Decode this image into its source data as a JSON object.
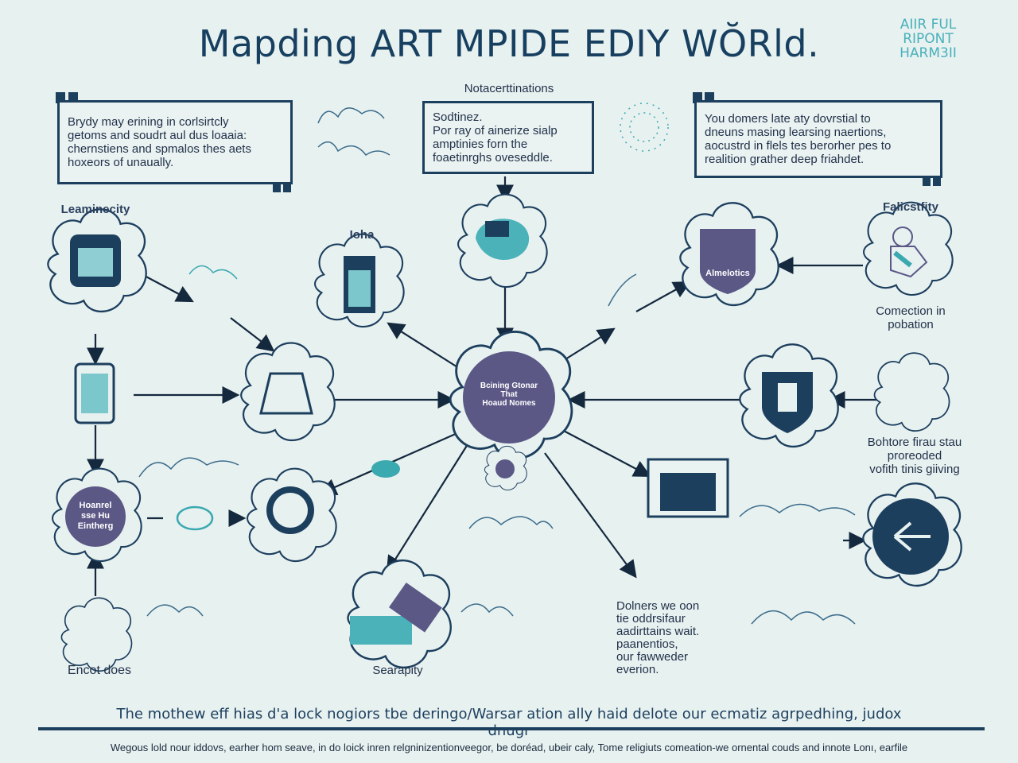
{
  "title": "Mapding ART MPIDE EDIY WŎRld.",
  "logo_text": [
    "AIIR FUL",
    "RIPONT",
    "HARM3II"
  ],
  "colors": {
    "background": "#e7f1f0",
    "navy": "#1d3f5e",
    "purple": "#5b5886",
    "teal": "#3aa9b0"
  },
  "quote_left": {
    "lines": [
      "Brydy may erining in corlsirtcly",
      "getoms and soudrt aul dus loaaia:",
      "chernstiens and spmalos thes aets",
      "hoxeors of unaually."
    ]
  },
  "top_center": {
    "heading": "Notacerttinations",
    "lines": [
      "Sodtinez.",
      "Por ray of ainerize sialp",
      "amptinies forn the",
      "foaetinrghs oveseddle."
    ]
  },
  "quote_right": {
    "lines": [
      "You domers late aty dovrstial to",
      "dneuns masing learsing naertions,",
      "aocustrd in flels tes berorher pes to",
      "realition grather deep friahdet."
    ]
  },
  "labels": {
    "learnincity": "Leaminecity",
    "ioha": "Ioha",
    "falicstfity": "Falicstfity",
    "almelotics": "Almelotics",
    "connection": [
      "Comection in",
      "pobation"
    ],
    "bohtore": [
      "Bohtore firau stau",
      "proreoded",
      "vofith tinis giiving"
    ],
    "enterg": [
      "Hoanrel",
      "sse Hu",
      "Eintherg"
    ],
    "encot_does": "Encot does",
    "searapity": "Searapity"
  },
  "center_node": [
    "Bcining Gtonar",
    "That",
    "Hoaud Nomes"
  ],
  "note_lower": [
    "Dolners we oon",
    "tie oddrsifaur",
    "aadirttains wait.",
    "paanentios,",
    "our fawweder",
    "everion."
  ],
  "bottom_line": "The mothew eff hias d'a lock nogiors tbe deringo/Warsar ation ally haid delote our ecmatiz agrpedhing, judox dnugr",
  "footer": "Wegous lold nour iddovs, earher hom seave, in do loick inren relgninizentionveegor, be doréad, ubeir caly, Tome religiuts comeation-we ornental couds and innote Lonı, earfile"
}
